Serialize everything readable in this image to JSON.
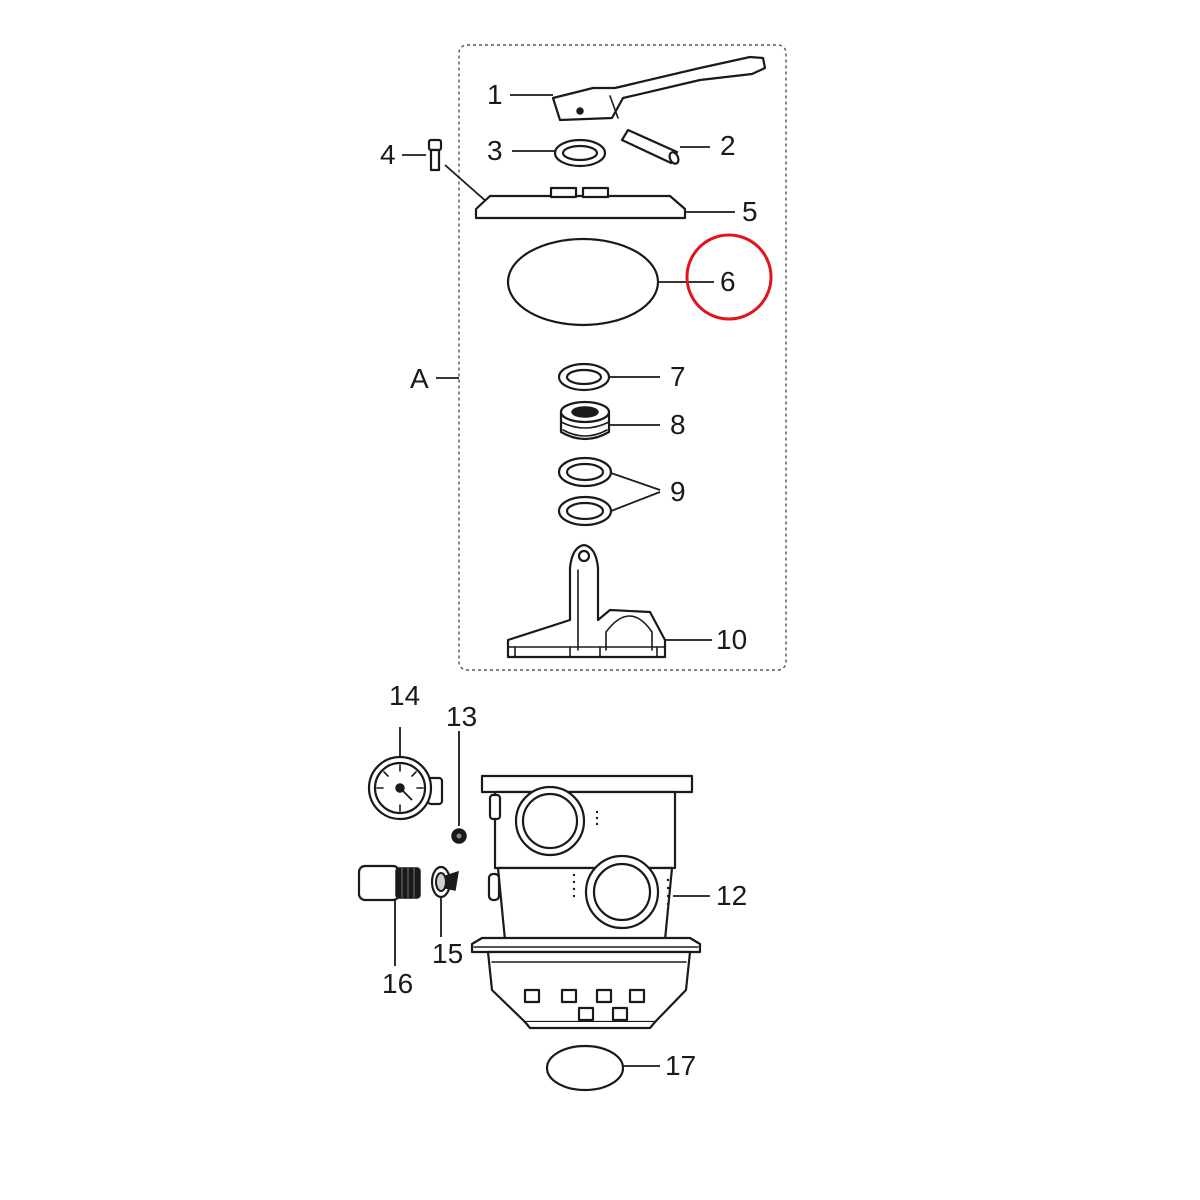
{
  "labels": {
    "p1": "1",
    "p2": "2",
    "p3": "3",
    "p4": "4",
    "p5": "5",
    "p6": "6",
    "p7": "7",
    "p8": "8",
    "p9": "9",
    "p10": "10",
    "p12": "12",
    "p13": "13",
    "p14": "14",
    "p15": "15",
    "p16": "16",
    "p17": "17",
    "group": "A"
  },
  "highlight": {
    "target": "6",
    "color": "#e0141e"
  }
}
